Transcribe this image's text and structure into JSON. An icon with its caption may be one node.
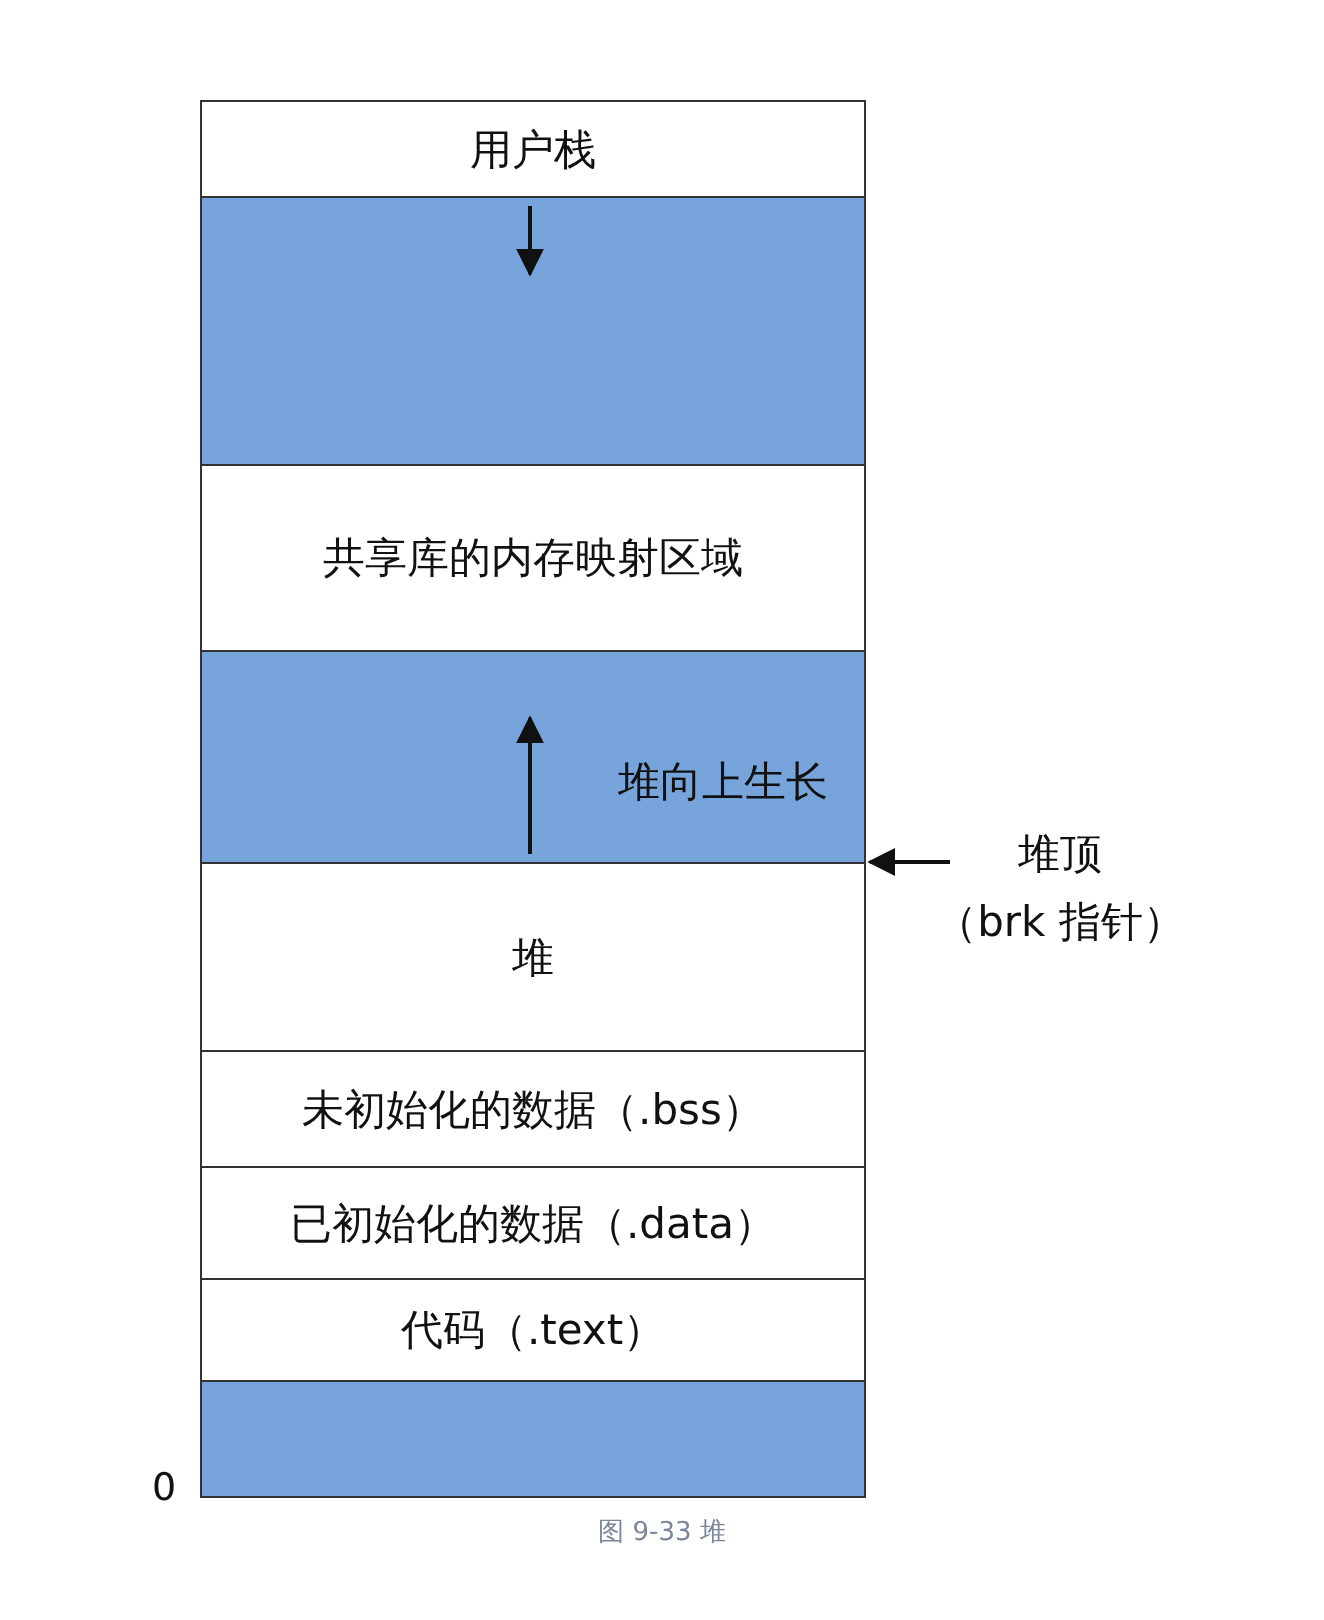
{
  "diagram": {
    "caption": "图 9-33 堆",
    "nodes": [
      {
        "text": [
          "用户栈"
        ]
      },
      {
        "text": [],
        "shape": "bar"
      },
      {
        "text": [
          "共享库的内存映射区域"
        ]
      },
      {
        "text": [
          "堆向上生长"
        ]
      },
      {
        "text": [
          "堆"
        ]
      },
      {
        "text": [
          "未初始化的数据（.bss）"
        ]
      },
      {
        "text": [
          "已初始化的数据（.data）"
        ]
      },
      {
        "text": [
          "代码（.text）"
        ]
      },
      {
        "text": [],
        "shape": "bar"
      },
      {
        "text": [
          "堆顶",
          "（brk 指针）"
        ]
      }
    ],
    "edges": [
      {
        "from": 9,
        "to": 4,
        "arrow": "to"
      }
    ],
    "labels": [
      "0"
    ]
  }
}
